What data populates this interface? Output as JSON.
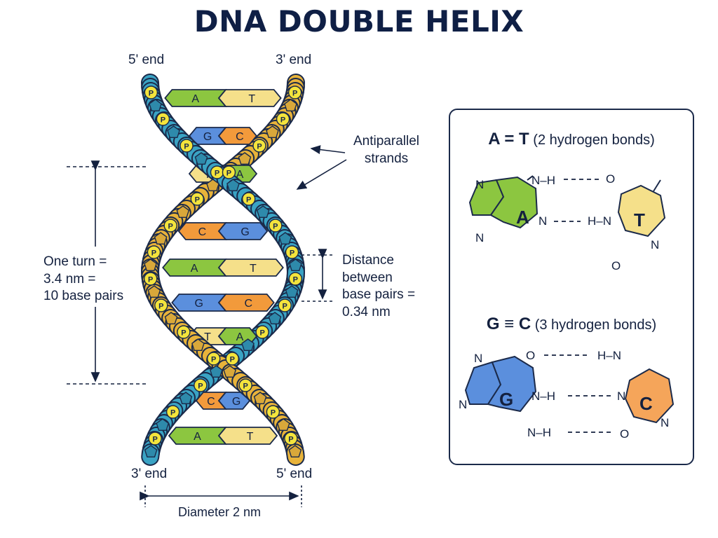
{
  "title": "DNA DOUBLE HELIX",
  "strand_labels": {
    "top_left": "5' end",
    "top_right": "3' end",
    "bottom_left": "3' end",
    "bottom_right": "5' end"
  },
  "annotations": {
    "antiparallel_line1": "Antiparallel",
    "antiparallel_line2": "strands",
    "turn_line1": "One turn =",
    "turn_line2": "3.4 nm =",
    "turn_line3": "10 base pairs",
    "distance_line1": "Distance",
    "distance_line2": "between",
    "distance_line3": "base pairs =",
    "distance_line4": "0.34 nm",
    "diameter": "Diameter 2 nm"
  },
  "phosphate_label": "P",
  "base_pairs": [
    {
      "left": "A",
      "right": "T"
    },
    {
      "left": "G",
      "right": "C"
    },
    {
      "left": "T",
      "right": "A"
    },
    {
      "left": "C",
      "right": "G"
    },
    {
      "left": "A",
      "right": "T"
    },
    {
      "left": "G",
      "right": "C"
    },
    {
      "left": "T",
      "right": "A"
    },
    {
      "left": "C",
      "right": "G"
    },
    {
      "left": "A",
      "right": "T"
    }
  ],
  "base_colors": {
    "A": "#8cc640",
    "T": "#f5e08a",
    "G": "#5b8fdd",
    "C": "#f29a3b"
  },
  "strand_colors": {
    "left": "#3aa3c4",
    "right": "#e8b33a"
  },
  "pairing_panel": {
    "at_heading_pair": "A = T",
    "at_heading_note": "(2 hydrogen bonds)",
    "gc_heading_pair": "G ≡ C",
    "gc_heading_note": "(3 hydrogen bonds)",
    "adenine": "A",
    "thymine": "T",
    "guanine": "G",
    "cytosine": "C",
    "atom_N": "N",
    "atom_O": "O",
    "nh": "N–H",
    "hn": "H–N",
    "h": "H"
  }
}
